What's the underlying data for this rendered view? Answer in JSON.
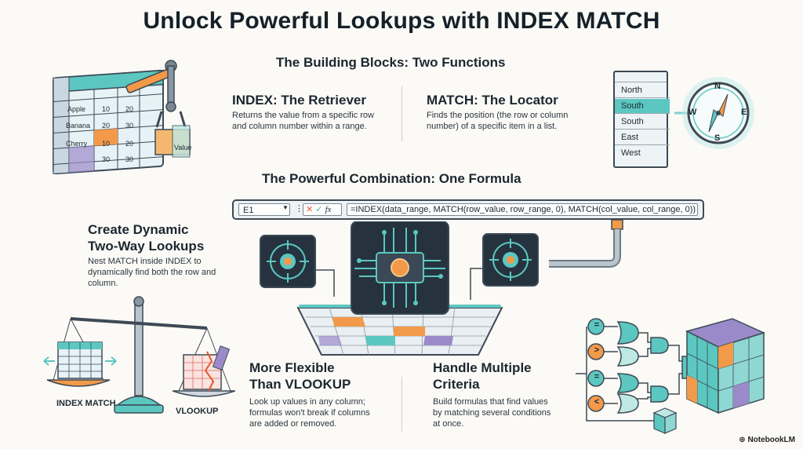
{
  "title": "Unlock Powerful Lookups with INDEX MATCH",
  "building_blocks": {
    "heading": "The Building Blocks: Two Functions",
    "index": {
      "title": "INDEX: The Retriever",
      "desc_line1": "Returns the value from a specific row",
      "desc_line2": "and column number within a range."
    },
    "match": {
      "title": "MATCH: The Locator",
      "desc_line1": "Finds the position (the row or column",
      "desc_line2": "number) of a specific item in a list."
    }
  },
  "index_table": {
    "rows": [
      {
        "label": "Apple",
        "a": "10",
        "b": "20"
      },
      {
        "label": "Banana",
        "a": "20",
        "b": "30"
      },
      {
        "label": "Cherry",
        "a": "10",
        "b": "20"
      },
      {
        "label": "",
        "a": "30",
        "b": "30"
      }
    ],
    "value_label": "Value"
  },
  "match_list": {
    "items": [
      "North",
      "South",
      "South",
      "East",
      "West"
    ],
    "compass": {
      "n": "N",
      "e": "E",
      "s": "S",
      "w": "W"
    }
  },
  "combination": {
    "heading": "The Powerful Combination: One Formula",
    "cell_ref": "E1",
    "fx": "fx",
    "formula": "=INDEX(data_range, MATCH(row_value, row_range, 0), MATCH(col_value, col_range, 0))"
  },
  "dynamic": {
    "title_line1": "Create Dynamic",
    "title_line2": "Two-Way Lookups",
    "desc_line1": "Nest MATCH inside INDEX to",
    "desc_line2": "dynamically find both the row and",
    "desc_line3": "column."
  },
  "scale": {
    "left_label": "INDEX MATCH",
    "right_label": "VLOOKUP"
  },
  "flexible": {
    "title_line1": "More Flexible",
    "title_line2": "Than VLOOKUP",
    "desc_line1": "Look up values in any column;",
    "desc_line2": "formulas won't break if columns",
    "desc_line3": "are added or removed."
  },
  "multiple": {
    "title_line1": "Handle Multiple",
    "title_line2": "Criteria",
    "desc_line1": "Build formulas that find values",
    "desc_line2": "by matching several conditions",
    "desc_line3": "at once.",
    "symbols": [
      "=",
      ">",
      "=",
      "<"
    ]
  },
  "footer": "NotebookLM",
  "colors": {
    "teal": "#5cc7c1",
    "orange": "#f2994a",
    "purple": "#9b8ac9",
    "navy": "#2d3a45"
  }
}
